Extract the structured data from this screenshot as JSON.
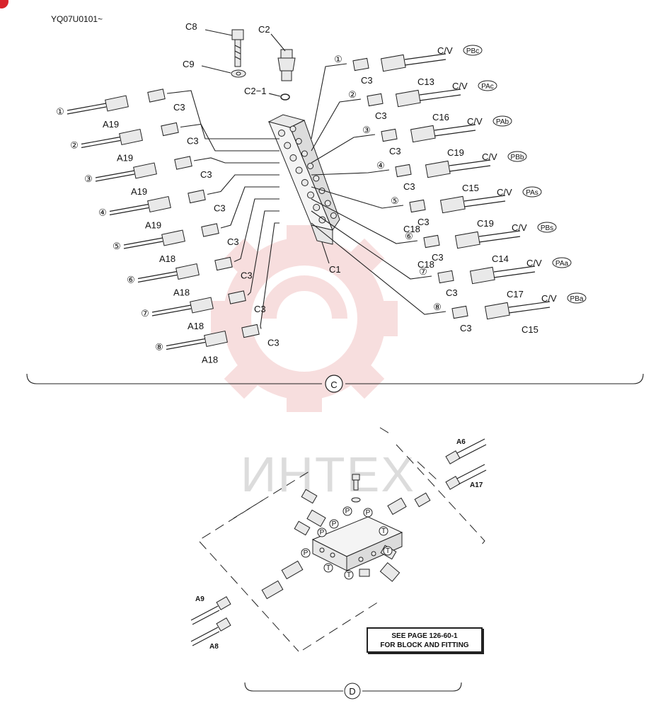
{
  "doc_id": "YQ07U0101~",
  "watermark": "ИНТЕХ",
  "section_c": "C",
  "section_d": "D",
  "note": {
    "line1": "SEE PAGE 126-60-1",
    "line2": "FOR BLOCK AND FITTING"
  },
  "top_parts": {
    "c8": "C8",
    "c9": "C9",
    "c2": "C2",
    "c2_1": "C2−1",
    "c1": "C1"
  },
  "left_rows": [
    {
      "num": "①",
      "hose": "A19",
      "fit": "C3"
    },
    {
      "num": "②",
      "hose": "A19",
      "fit": "C3"
    },
    {
      "num": "③",
      "hose": "A19",
      "fit": "C3"
    },
    {
      "num": "④",
      "hose": "A19",
      "fit": "C3"
    },
    {
      "num": "⑤",
      "hose": "A18",
      "fit": "C3"
    },
    {
      "num": "⑥",
      "hose": "A18",
      "fit": "C3"
    },
    {
      "num": "⑦",
      "hose": "A18",
      "fit": "C3"
    },
    {
      "num": "⑧",
      "hose": "A18",
      "fit": "C3"
    }
  ],
  "right_rows": [
    {
      "num": "①",
      "fit": "C3",
      "part": "C13",
      "cv": "C/V",
      "port": "PBc"
    },
    {
      "num": "②",
      "fit": "C3",
      "part": "C16",
      "cv": "C/V",
      "port": "PAc"
    },
    {
      "num": "③",
      "fit": "C3",
      "part": "C19",
      "cv": "C/V",
      "port": "PAb"
    },
    {
      "num": "④",
      "fit": "C3",
      "part": "C15",
      "cv": "C/V",
      "port": "PBb"
    },
    {
      "num": "⑤",
      "fit": "C3",
      "part": "C19",
      "extra": "C18",
      "cv": "C/V",
      "port": "PAs"
    },
    {
      "num": "⑥",
      "fit": "C3",
      "part": "C14",
      "extra": "C18",
      "cv": "C/V",
      "port": "PBs"
    },
    {
      "num": "⑦",
      "fit": "C3",
      "part": "C17",
      "cv": "C/V",
      "port": "PAa"
    },
    {
      "num": "⑧",
      "fit": "C3",
      "part": "C15",
      "cv": "C/V",
      "port": "PBa"
    }
  ],
  "d_hoses": {
    "a6": "A6",
    "a17": "A17",
    "a9": "A9",
    "a8": "A8"
  },
  "d_ports": {
    "p": "P",
    "t": "T"
  },
  "colors": {
    "watermark": "#f2c4c4",
    "ink": "#222222",
    "corner": "#d8242c"
  }
}
